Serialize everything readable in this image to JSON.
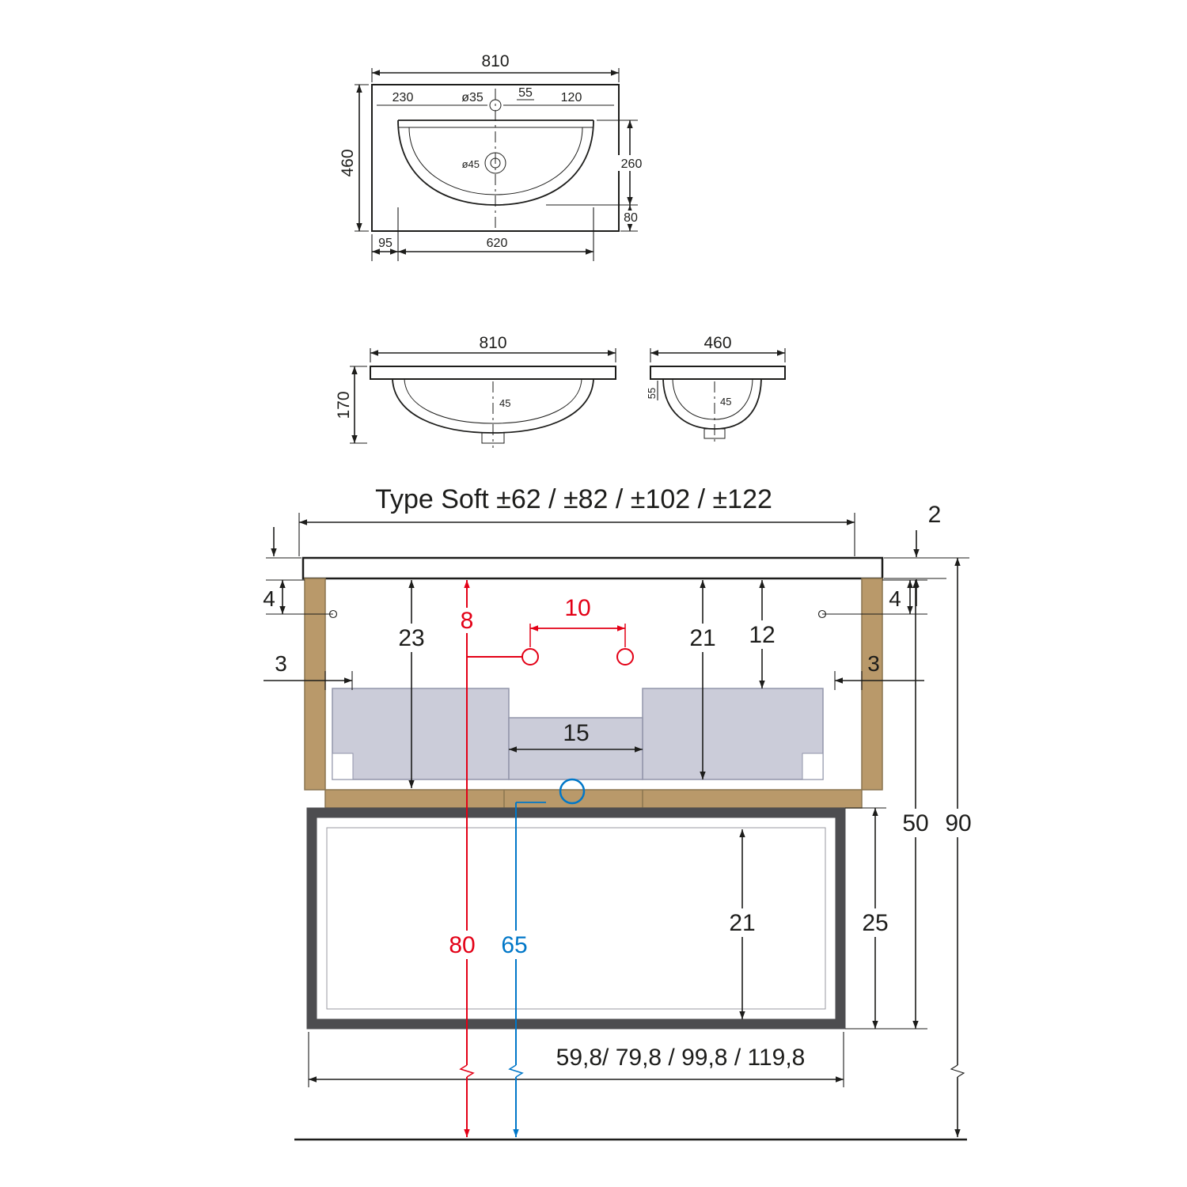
{
  "title": "Type Soft ±62 / ±82 / ±102 / ±122",
  "plan": {
    "width": "810",
    "depth": "460",
    "left_offset": "230",
    "faucet_dia": "ø35",
    "back_offset": "55",
    "right_offset": "120",
    "bowl_depth": "260",
    "front_gap": "80",
    "edge_left": "95",
    "bowl_width": "620",
    "drain_dia": "ø45"
  },
  "front_view": {
    "width": "810",
    "height": "170",
    "drain_offset": "45"
  },
  "side_view": {
    "depth": "460",
    "drain_offset": "45",
    "edge_offset": "55"
  },
  "cabinet": {
    "top_thickness": "2",
    "hole_top_left": "4",
    "hinge_left": "3",
    "inner_height": "23",
    "supply_drop": "8",
    "supply_spacing": "10",
    "drawer_back_height": "21",
    "top_gap": "12",
    "hole_top_right": "4",
    "hinge_right": "3",
    "recess_width": "15",
    "carcass_height": "50",
    "total_height": "90",
    "lower_inner_height": "21",
    "lower_height": "25",
    "supply_floor_height": "80",
    "drain_floor_height": "65",
    "widths": "59,8/ 79,8 / 99,8 / 119,8"
  },
  "colors": {
    "line": "#1d1d1b",
    "red": "#e30016",
    "blue": "#0077c8",
    "wood": "#b9996a",
    "drawer": "#cbccd9",
    "frame": "#4d4d50"
  }
}
